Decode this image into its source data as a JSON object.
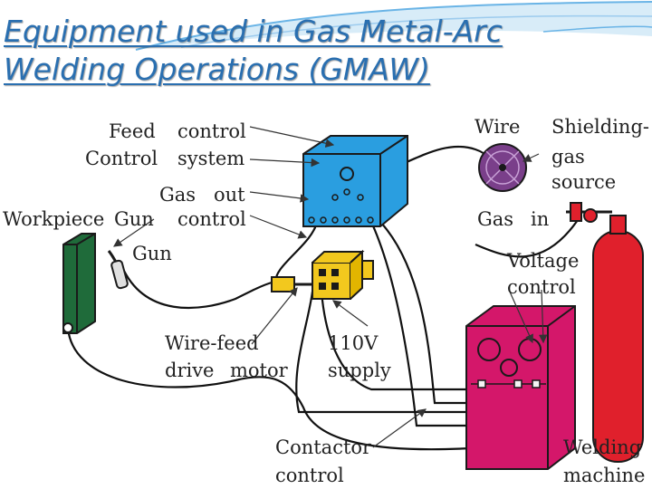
{
  "title": {
    "line1": "Equipment used in Gas Metal-Arc",
    "line2": "Welding Operations (GMAW)"
  },
  "labels": {
    "feed": "Feed",
    "control": "control",
    "control_cap": "Control",
    "system": "system",
    "gas": "Gas",
    "out": "out",
    "workpiece": "Workpiece",
    "gun": "Gun",
    "wire": "Wire",
    "shielding": "Shielding-",
    "gas_lower": "gas",
    "source": "source",
    "in": "in",
    "voltage": "Voltage",
    "wire_feed": "Wire-feed",
    "drive": "drive",
    "motor": "motor",
    "v110": "110V",
    "supply": "supply",
    "contactor": "Contactor",
    "welding": "Welding",
    "machine": "machine"
  },
  "colors": {
    "title": "#2a6fb0",
    "feed_control_box": "#2a9ee0",
    "wire_spool": "#7a3f8a",
    "gas_cylinder": "#e0202c",
    "welding_machine": "#d4176a",
    "drive_motor": "#f2c81e",
    "workpiece": "#1f6b3a"
  }
}
